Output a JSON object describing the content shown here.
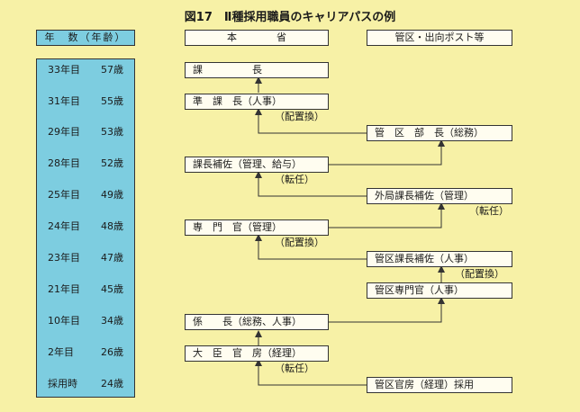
{
  "title": "図17　Ⅱ種採用職員のキャリアパスの例",
  "headers": {
    "age": "年　数（年齢）",
    "hq": "本　　　　省",
    "regional": "管区・出向ポスト等"
  },
  "age_rows": [
    {
      "year": "33年目",
      "age": "57歳"
    },
    {
      "year": "31年目",
      "age": "55歳"
    },
    {
      "year": "29年目",
      "age": "53歳"
    },
    {
      "year": "28年目",
      "age": "52歳"
    },
    {
      "year": "25年目",
      "age": "49歳"
    },
    {
      "year": "24年目",
      "age": "48歳"
    },
    {
      "year": "23年目",
      "age": "47歳"
    },
    {
      "year": "21年目",
      "age": "45歳"
    },
    {
      "year": "10年目",
      "age": "34歳"
    },
    {
      "year": "2年目",
      "age": "26歳"
    },
    {
      "year": "採用時",
      "age": "24歳"
    }
  ],
  "positions": {
    "p33": "課　　　　　長",
    "p31": "準　課　長（人事）",
    "p29": "管　区　部　長（総務）",
    "p28": "課長補佐（管理、給与）",
    "p25": "外局課長補佐（管理）",
    "p24": "専　門　官（管理）",
    "p23": "管区課長補佐（人事）",
    "p21": "管区専門官（人事）",
    "p10": "係　　長（総務、人事）",
    "p2": "大　臣　官　房（経理）",
    "p0": "管区官房（経理）採用"
  },
  "notes": {
    "n31": "（配置換）",
    "n28": "（転任）",
    "n25": "（転任）",
    "n24": "（配置換）",
    "n23": "（配置換）",
    "n2": "（転任）"
  },
  "colors": {
    "background": "#f7f1a6",
    "age_column": "#7dcde0",
    "box": "#fffdf0",
    "line": "#333333"
  }
}
